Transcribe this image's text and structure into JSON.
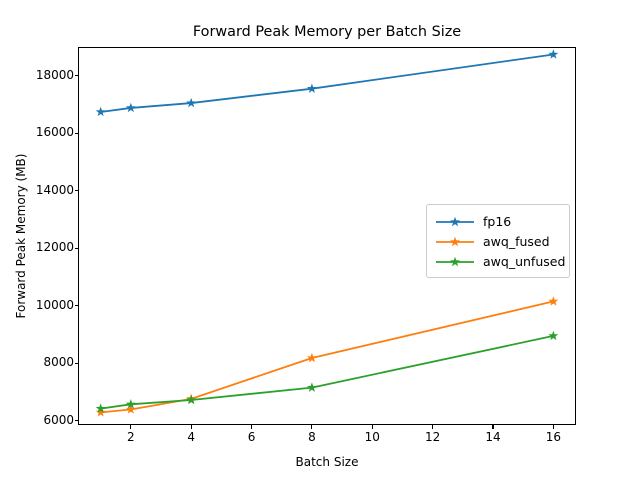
{
  "chart_data": {
    "type": "line",
    "title": "Forward Peak Memory per Batch Size",
    "xlabel": "Batch Size",
    "ylabel": "Forward Peak Memory (MB)",
    "x": [
      1,
      2,
      4,
      8,
      16
    ],
    "xlim": [
      0.25,
      16.75
    ],
    "ylim": [
      5850,
      19000
    ],
    "grid": false,
    "legend_position": "center right",
    "xticks": [
      2,
      4,
      6,
      8,
      10,
      12,
      14,
      16
    ],
    "xtick_labels": [
      "2",
      "4",
      "6",
      "8",
      "10",
      "12",
      "14",
      "16"
    ],
    "yticks": [
      6000,
      8000,
      10000,
      12000,
      14000,
      16000,
      18000
    ],
    "ytick_labels": [
      "6000",
      "8000",
      "10000",
      "12000",
      "14000",
      "16000",
      "18000"
    ],
    "marker": "star",
    "series": [
      {
        "name": "fp16",
        "color": "#1f77b4",
        "values": [
          16740,
          16880,
          17050,
          17550,
          18740
        ]
      },
      {
        "name": "awq_fused",
        "color": "#ff7f0e",
        "values": [
          6290,
          6390,
          6760,
          8180,
          10150
        ]
      },
      {
        "name": "awq_unfused",
        "color": "#2ca02c",
        "values": [
          6420,
          6570,
          6720,
          7150,
          8950
        ]
      }
    ]
  }
}
